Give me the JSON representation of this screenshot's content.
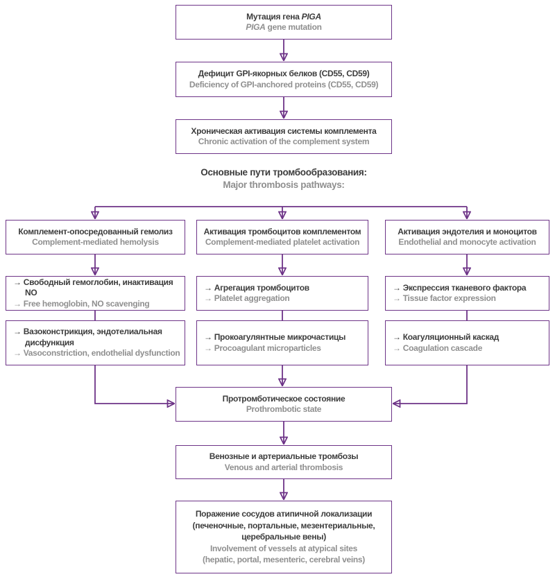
{
  "colors": {
    "line": "#6d3387",
    "dark": "#3c3c3c",
    "gray": "#8f8f8f"
  },
  "nodes": {
    "mutation": {
      "ru_pre": "Мутация гена ",
      "ru_gene": "PIGA",
      "en_gene": "PIGA",
      "en_post": " gene mutation"
    },
    "deficiency": {
      "ru": "Дефицит GPI-якорных белков (CD55, CD59)",
      "en": "Deficiency of GPI-anchored proteins (CD55, CD59)"
    },
    "complement_activation": {
      "ru": "Хроническая активация системы комплемента",
      "en": "Chronic activation of the complement system"
    },
    "heading": {
      "ru": "Основные пути тромбообразования:",
      "en": "Major thrombosis pathways:"
    },
    "col_hemolysis": {
      "header": {
        "ru": "Комплемент-опосредованный гемолиз",
        "en": "Complement-mediated hemolysis"
      },
      "step1": {
        "ru": "→ Свободный гемоглобин, инактивация NO",
        "en": "→ Free hemoglobin, NO scavenging"
      },
      "step2": {
        "ru": "→ Вазоконстрикция, эндотелиальная\nдисфункция",
        "en": "→ Vasoconstriction, endothelial dysfunction"
      }
    },
    "col_platelet": {
      "header": {
        "ru": "Активация тромбоцитов комплементом",
        "en": "Complement-mediated platelet activation"
      },
      "step1": {
        "ru": "→ Агрегация тромбоцитов",
        "en": "→ Platelet aggregation"
      },
      "step2": {
        "ru": "→ Прокоагулянтные микрочастицы",
        "en": "→ Procoagulant microparticles"
      }
    },
    "col_endothelial": {
      "header": {
        "ru": "Активация эндотелия и моноцитов",
        "en": "Endothelial and monocyte activation"
      },
      "step1": {
        "ru": "→ Экспрессия тканевого фактора",
        "en": "→ Tissue factor expression"
      },
      "step2": {
        "ru": "→ Коагуляционный каскад",
        "en": "→ Coagulation cascade"
      }
    },
    "prothrombotic": {
      "ru": "Протромботическое состояние",
      "en": "Prothrombotic state"
    },
    "thrombosis": {
      "ru": "Венозные и артериальные тромбозы",
      "en": "Venous and arterial thrombosis"
    },
    "atypical": {
      "ru": "Поражение сосудов атипичной локализации\n(печеночные, портальные, мезентериальные,\nцеребральные вены)",
      "en": "Involvement of vessels at atypical sites\n(hepatic, portal, mesenteric, cerebral veins)"
    }
  }
}
